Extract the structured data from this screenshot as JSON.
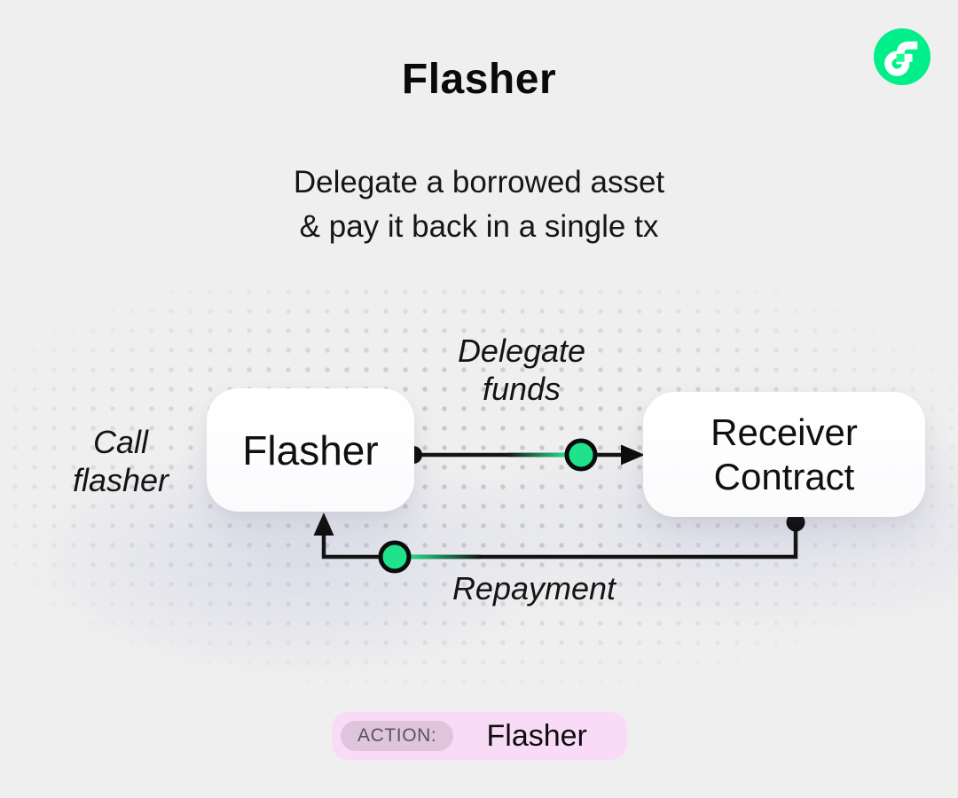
{
  "colors": {
    "background": "#efefef",
    "accent_green": "#1fe28a",
    "logo_green": "#00ef8b",
    "logo_square_green": "#16ff99",
    "badge_pink": "#f9dbf7",
    "badge_chip_pink": "#e0c4dc",
    "ink": "#0d0d0d"
  },
  "header": {
    "title": "Flasher",
    "subtitle_lines": [
      "Delegate a borrowed asset",
      "& pay it back in a single tx"
    ],
    "logo": "flow-logo-icon"
  },
  "diagram": {
    "left_label_lines": [
      "Call",
      "flasher"
    ],
    "nodes": {
      "flasher": {
        "label": "Flasher"
      },
      "receiver": {
        "label_lines": [
          "Receiver",
          "Contract"
        ]
      }
    },
    "edges": {
      "delegate": {
        "label_lines": [
          "Delegate",
          "funds"
        ],
        "from": "Flasher",
        "to": "Receiver Contract"
      },
      "repayment": {
        "label": "Repayment",
        "from": "Receiver Contract",
        "to": "Flasher"
      }
    }
  },
  "footer": {
    "action_label": "ACTION:",
    "action_value": "Flasher"
  }
}
